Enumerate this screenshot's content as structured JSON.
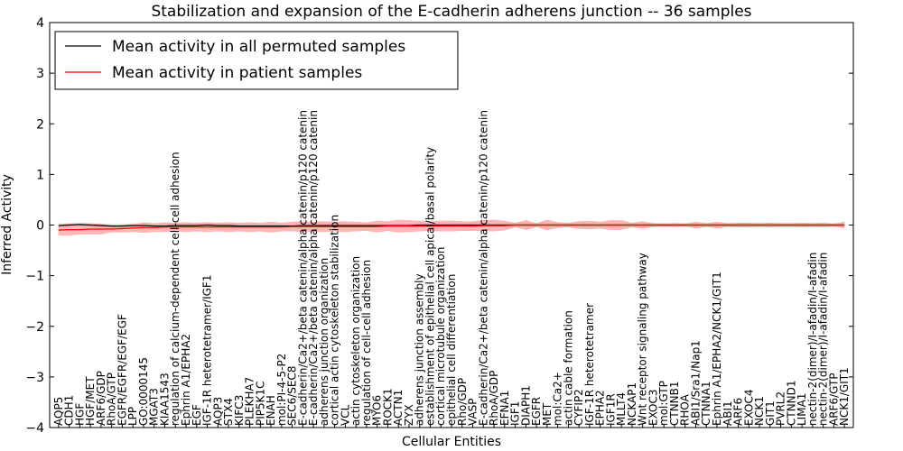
{
  "chart_data": {
    "type": "line",
    "title": "Stabilization and expansion of the E-cadherin adherens junction -- 36 samples",
    "xlabel": "Cellular Entities",
    "ylabel": "Inferred Activity",
    "ylim": [
      -4,
      4
    ],
    "yticks": [
      "4",
      "3",
      "2",
      "1",
      "0",
      "−1",
      "−2",
      "−3",
      "−4"
    ],
    "grid": false,
    "legend_position": "top-left",
    "categories": [
      "AQP5",
      "CDH1",
      "HGF",
      "HGF/MET",
      "ARF6/GDP",
      "RhoA/GTP",
      "EGFR/EGFR/EGF/EGF",
      "LPP",
      "GO:0000145",
      "MGAT3",
      "KIAA1543",
      "regulation of calcium-dependent cell-cell adhesion",
      "Ephrin A1/EPHA2",
      "EGF",
      "IGF-1R heterotetramer/IGF1",
      "AQP3",
      "STX4",
      "KIFC3",
      "PLEKHA7",
      "PIP5K1C",
      "ENAH",
      "mol:PI-4-5-P2",
      "SEC6/SEC8",
      "E-cadherin/Ca2+/beta catenin/alpha catenin/p120 catenin",
      "E-cadherin/Ca2+/beta catenin/alpha catenin/p120 catenin",
      "adherens junction organization",
      "cortical actin cytoskeleton stabilization",
      "VCL",
      "actin cytoskeleton organization",
      "regulation of cell-cell adhesion",
      "MYO6",
      "ROCK1",
      "ACTN1",
      "ZYX",
      "adherens junction assembly",
      "establishment of epithelial cell apical/basal polarity",
      "cortical microtubule organization",
      "epithelial cell differentiation",
      "Rho/GDP",
      "VASP",
      "E-cadherin/Ca2+/beta catenin/alpha catenin/p120 catenin",
      "RhoA/GDP",
      "EFNA1",
      "IGF1",
      "DIAPH1",
      "EGFR",
      "MET",
      "mol:Ca2+",
      "actin cable formation",
      "CYFIP2",
      "IGF-1R heterotetramer",
      "EPHA2",
      "IGF1R",
      "MLLT4",
      "NCKAP1",
      "Wnt receptor signaling pathway",
      "EXOC3",
      "mol:GTP",
      "CTNNB1",
      "RHOA",
      "ABI1/Sra1/Nap1",
      "CTNNA1",
      "Ephrin A1/EPHA2/NCK1/GIT1",
      "ABI1",
      "ARF6",
      "EXOC4",
      "NCK1",
      "GIT1",
      "PVRL2",
      "CTNND1",
      "LIMA1",
      "nectin-2(dimer)/I-afadin/I-afadin",
      "nectin-2(dimer)/I-afadin/I-afadin",
      "ARF6/GTP",
      "NCK1/GIT1"
    ],
    "series": [
      {
        "name": "Mean activity in all permuted samples",
        "color": "#000000",
        "values": [
          -0.01,
          0.0,
          0.01,
          0.0,
          -0.01,
          -0.02,
          -0.02,
          -0.01,
          -0.01,
          -0.02,
          -0.02,
          -0.01,
          -0.01,
          -0.01,
          0.0,
          -0.01,
          -0.01,
          -0.02,
          -0.02,
          -0.02,
          -0.02,
          -0.02,
          -0.02,
          -0.01,
          -0.01,
          -0.01,
          -0.01,
          -0.01,
          -0.01,
          -0.01,
          -0.01,
          -0.01,
          -0.01,
          -0.01,
          0.0,
          0.0,
          0.0,
          0.0,
          0.0,
          0.0,
          0.0,
          0.0,
          0.0,
          0.0,
          0.0,
          0.0,
          0.0,
          0.0,
          0.0,
          0.0,
          0.0,
          0.0,
          0.0,
          0.0,
          0.0,
          0.0,
          0.0,
          0.0,
          0.0,
          0.0,
          0.0,
          0.0,
          0.0,
          0.0,
          0.0,
          0.0,
          0.0,
          0.0,
          0.0,
          0.0,
          0.0,
          0.0,
          0.0,
          0.0,
          0.0
        ],
        "band": [
          0.04,
          0.04,
          0.04,
          0.04,
          0.04,
          0.04,
          0.04,
          0.04,
          0.04,
          0.04,
          0.04,
          0.04,
          0.04,
          0.04,
          0.04,
          0.04,
          0.04,
          0.04,
          0.04,
          0.04,
          0.04,
          0.04,
          0.04,
          0.04,
          0.04,
          0.04,
          0.04,
          0.04,
          0.04,
          0.04,
          0.04,
          0.04,
          0.04,
          0.04,
          0.04,
          0.04,
          0.04,
          0.04,
          0.04,
          0.04,
          0.04,
          0.04,
          0.04,
          0.04,
          0.04,
          0.04,
          0.04,
          0.04,
          0.04,
          0.04,
          0.04,
          0.04,
          0.04,
          0.04,
          0.04,
          0.04,
          0.04,
          0.04,
          0.04,
          0.04,
          0.04,
          0.04,
          0.04,
          0.04,
          0.04,
          0.04,
          0.04,
          0.04,
          0.04,
          0.04,
          0.04,
          0.04,
          0.04,
          0.04,
          0.04
        ]
      },
      {
        "name": "Mean activity in patient samples",
        "color": "#ff0000",
        "fill": "#ff9999",
        "values": [
          -0.1,
          -0.09,
          -0.09,
          -0.08,
          -0.08,
          -0.08,
          -0.07,
          -0.06,
          -0.05,
          -0.05,
          -0.04,
          -0.04,
          -0.04,
          -0.04,
          -0.04,
          -0.04,
          -0.04,
          -0.04,
          -0.04,
          -0.04,
          -0.04,
          -0.04,
          -0.03,
          -0.03,
          -0.03,
          -0.03,
          -0.03,
          -0.03,
          -0.03,
          -0.03,
          -0.03,
          -0.02,
          -0.02,
          -0.02,
          -0.02,
          -0.02,
          -0.02,
          -0.02,
          -0.02,
          -0.02,
          -0.01,
          -0.01,
          -0.01,
          0.0,
          0.0,
          0.0,
          0.0,
          0.0,
          0.0,
          0.0,
          0.0,
          0.0,
          0.0,
          0.0,
          0.0,
          0.0,
          0.0,
          0.0,
          0.0,
          0.0,
          0.0,
          0.0,
          0.0,
          0.0,
          0.0,
          0.0,
          0.0,
          0.0,
          0.0,
          0.0,
          0.0,
          0.0,
          0.0,
          0.0,
          0.0
        ],
        "band": [
          0.1,
          0.11,
          0.09,
          0.1,
          0.1,
          0.06,
          0.07,
          0.07,
          0.1,
          0.08,
          0.09,
          0.08,
          0.09,
          0.08,
          0.09,
          0.08,
          0.09,
          0.08,
          0.09,
          0.08,
          0.1,
          0.08,
          0.09,
          0.1,
          0.09,
          0.1,
          0.09,
          0.1,
          0.09,
          0.08,
          0.11,
          0.09,
          0.12,
          0.11,
          0.1,
          0.09,
          0.1,
          0.1,
          0.09,
          0.09,
          0.1,
          0.11,
          0.09,
          0.04,
          0.09,
          0.03,
          0.1,
          0.05,
          0.04,
          0.07,
          0.08,
          0.06,
          0.09,
          0.09,
          0.04,
          0.07,
          0.03,
          0.02,
          0.03,
          0.02,
          0.06,
          0.03,
          0.06,
          0.03,
          0.04,
          0.04,
          0.03,
          0.04,
          0.03,
          0.03,
          0.04,
          0.03,
          0.04,
          0.02,
          0.06
        ]
      }
    ]
  }
}
